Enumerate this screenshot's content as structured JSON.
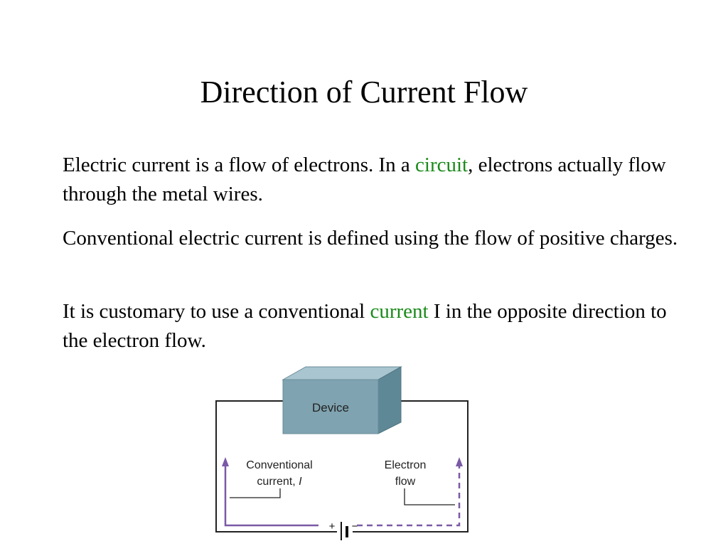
{
  "slide": {
    "title": "Direction of Current Flow",
    "paragraphs": [
      {
        "before": "Electric current is a flow of electrons. In a ",
        "keyword": "circuit",
        "after": ", electrons actually flow through the metal wires."
      },
      {
        "text": "Conventional electric current is defined using the flow of positive charges."
      },
      {
        "before": "It is customary to use a conventional ",
        "keyword": "current",
        "after": " I in the opposite direction to the electron flow."
      }
    ]
  },
  "diagram": {
    "device_label": "Device",
    "conventional_line1": "Conventional",
    "conventional_line2": "current, ",
    "conventional_symbol": "I",
    "electron_line1": "Electron",
    "electron_line2": "flow",
    "plus": "+",
    "minus": "−"
  },
  "colors": {
    "keyword": "#1a8a1a",
    "arrow": "#7b59a6",
    "device_front": "#7fa3b0",
    "device_top": "#a9c5cf",
    "device_side": "#5f8896"
  }
}
